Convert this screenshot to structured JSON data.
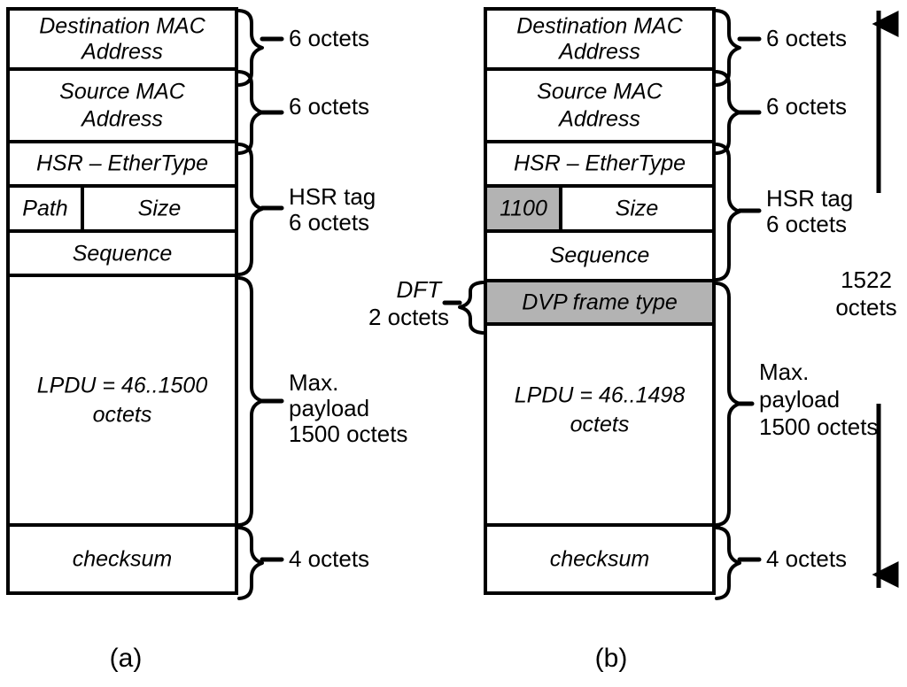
{
  "figure": {
    "title": "HSR frame formats",
    "colors": {
      "stroke": "#000000",
      "background": "#ffffff",
      "shaded_fill": "#b3b3b3"
    }
  },
  "panel_a": {
    "caption": "(a)",
    "fields": [
      {
        "id": "dest-mac",
        "label": "Destination MAC Address",
        "shaded": false
      },
      {
        "id": "src-mac",
        "label": "Source MAC Address",
        "shaded": false
      },
      {
        "id": "hsr-ethertype",
        "label": "HSR – EtherType",
        "shaded": false
      },
      {
        "id": "path",
        "label": "Path",
        "shaded": false
      },
      {
        "id": "size",
        "label": "Size",
        "shaded": false
      },
      {
        "id": "sequence",
        "label": "Sequence",
        "shaded": false
      },
      {
        "id": "lpdu",
        "label": "LPDU = 46..1500 octets",
        "label_line1": "LPDU = 46..1500",
        "label_line2": "octets",
        "shaded": false
      },
      {
        "id": "checksum",
        "label": "checksum",
        "shaded": false
      }
    ],
    "annotations": [
      {
        "id": "dest-mac-size",
        "text": "6 octets"
      },
      {
        "id": "src-mac-size",
        "text": "6 octets"
      },
      {
        "id": "hsr-tag-size",
        "line1": "HSR tag",
        "line2": "6 octets"
      },
      {
        "id": "payload-size",
        "line1": "Max.",
        "line2": "payload",
        "line3": "1500 octets"
      },
      {
        "id": "checksum-size",
        "text": "4 octets"
      }
    ]
  },
  "panel_b": {
    "caption": "(b)",
    "fields": [
      {
        "id": "dest-mac",
        "label": "Destination MAC Address",
        "shaded": false
      },
      {
        "id": "src-mac",
        "label": "Source MAC Address",
        "shaded": false
      },
      {
        "id": "hsr-ethertype",
        "label": "HSR – EtherType",
        "shaded": false
      },
      {
        "id": "path-1100",
        "label": "1100",
        "shaded": true
      },
      {
        "id": "size",
        "label": "Size",
        "shaded": false
      },
      {
        "id": "sequence",
        "label": "Sequence",
        "shaded": false
      },
      {
        "id": "dvp-frame-type",
        "label": "DVP  frame type",
        "shaded": true
      },
      {
        "id": "lpdu",
        "label": "LPDU = 46..1498 octets",
        "label_line1": "LPDU = 46..1498",
        "label_line2": "octets",
        "shaded": false
      },
      {
        "id": "checksum",
        "label": "checksum",
        "shaded": false
      }
    ],
    "annotations": [
      {
        "id": "dest-mac-size",
        "text": "6 octets"
      },
      {
        "id": "src-mac-size",
        "text": "6 octets"
      },
      {
        "id": "hsr-tag-size",
        "line1": "HSR tag",
        "line2": "6 octets"
      },
      {
        "id": "dft-size",
        "line1": "DFT",
        "line2": "2 octets"
      },
      {
        "id": "payload-size",
        "line1": "Max.",
        "line2": "payload",
        "line3": "1500 octets"
      },
      {
        "id": "checksum-size",
        "text": "4 octets"
      },
      {
        "id": "total-size",
        "line1": "1522",
        "line2": "octets"
      }
    ]
  }
}
